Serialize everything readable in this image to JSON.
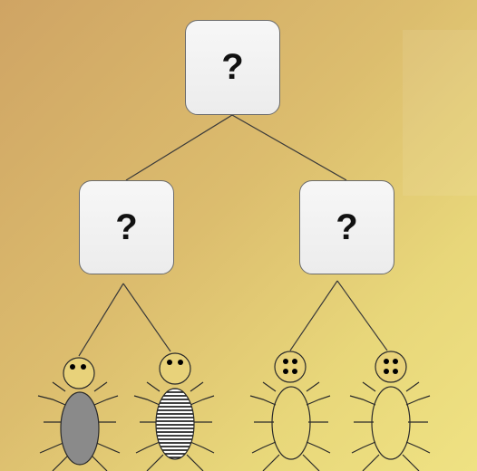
{
  "tree": {
    "root": {
      "label": "?"
    },
    "left": {
      "label": "?"
    },
    "right": {
      "label": "?"
    }
  },
  "bugs": [
    {
      "name": "bug-gray",
      "eyes": 2,
      "body_fill": "#8a8a8a",
      "pattern": "solid"
    },
    {
      "name": "bug-striped",
      "eyes": 2,
      "body_fill": "#ffffff",
      "pattern": "horizontal-stripes"
    },
    {
      "name": "bug-four-eyes-a",
      "eyes": 4,
      "body_fill": "none",
      "pattern": "plain"
    },
    {
      "name": "bug-four-eyes-b",
      "eyes": 4,
      "body_fill": "none",
      "pattern": "plain"
    }
  ],
  "colors": {
    "box_fill": "#f0f0f0",
    "box_border": "#6b6b6b",
    "line": "#3a3a3a",
    "gray_bug": "#8a8a8a"
  }
}
